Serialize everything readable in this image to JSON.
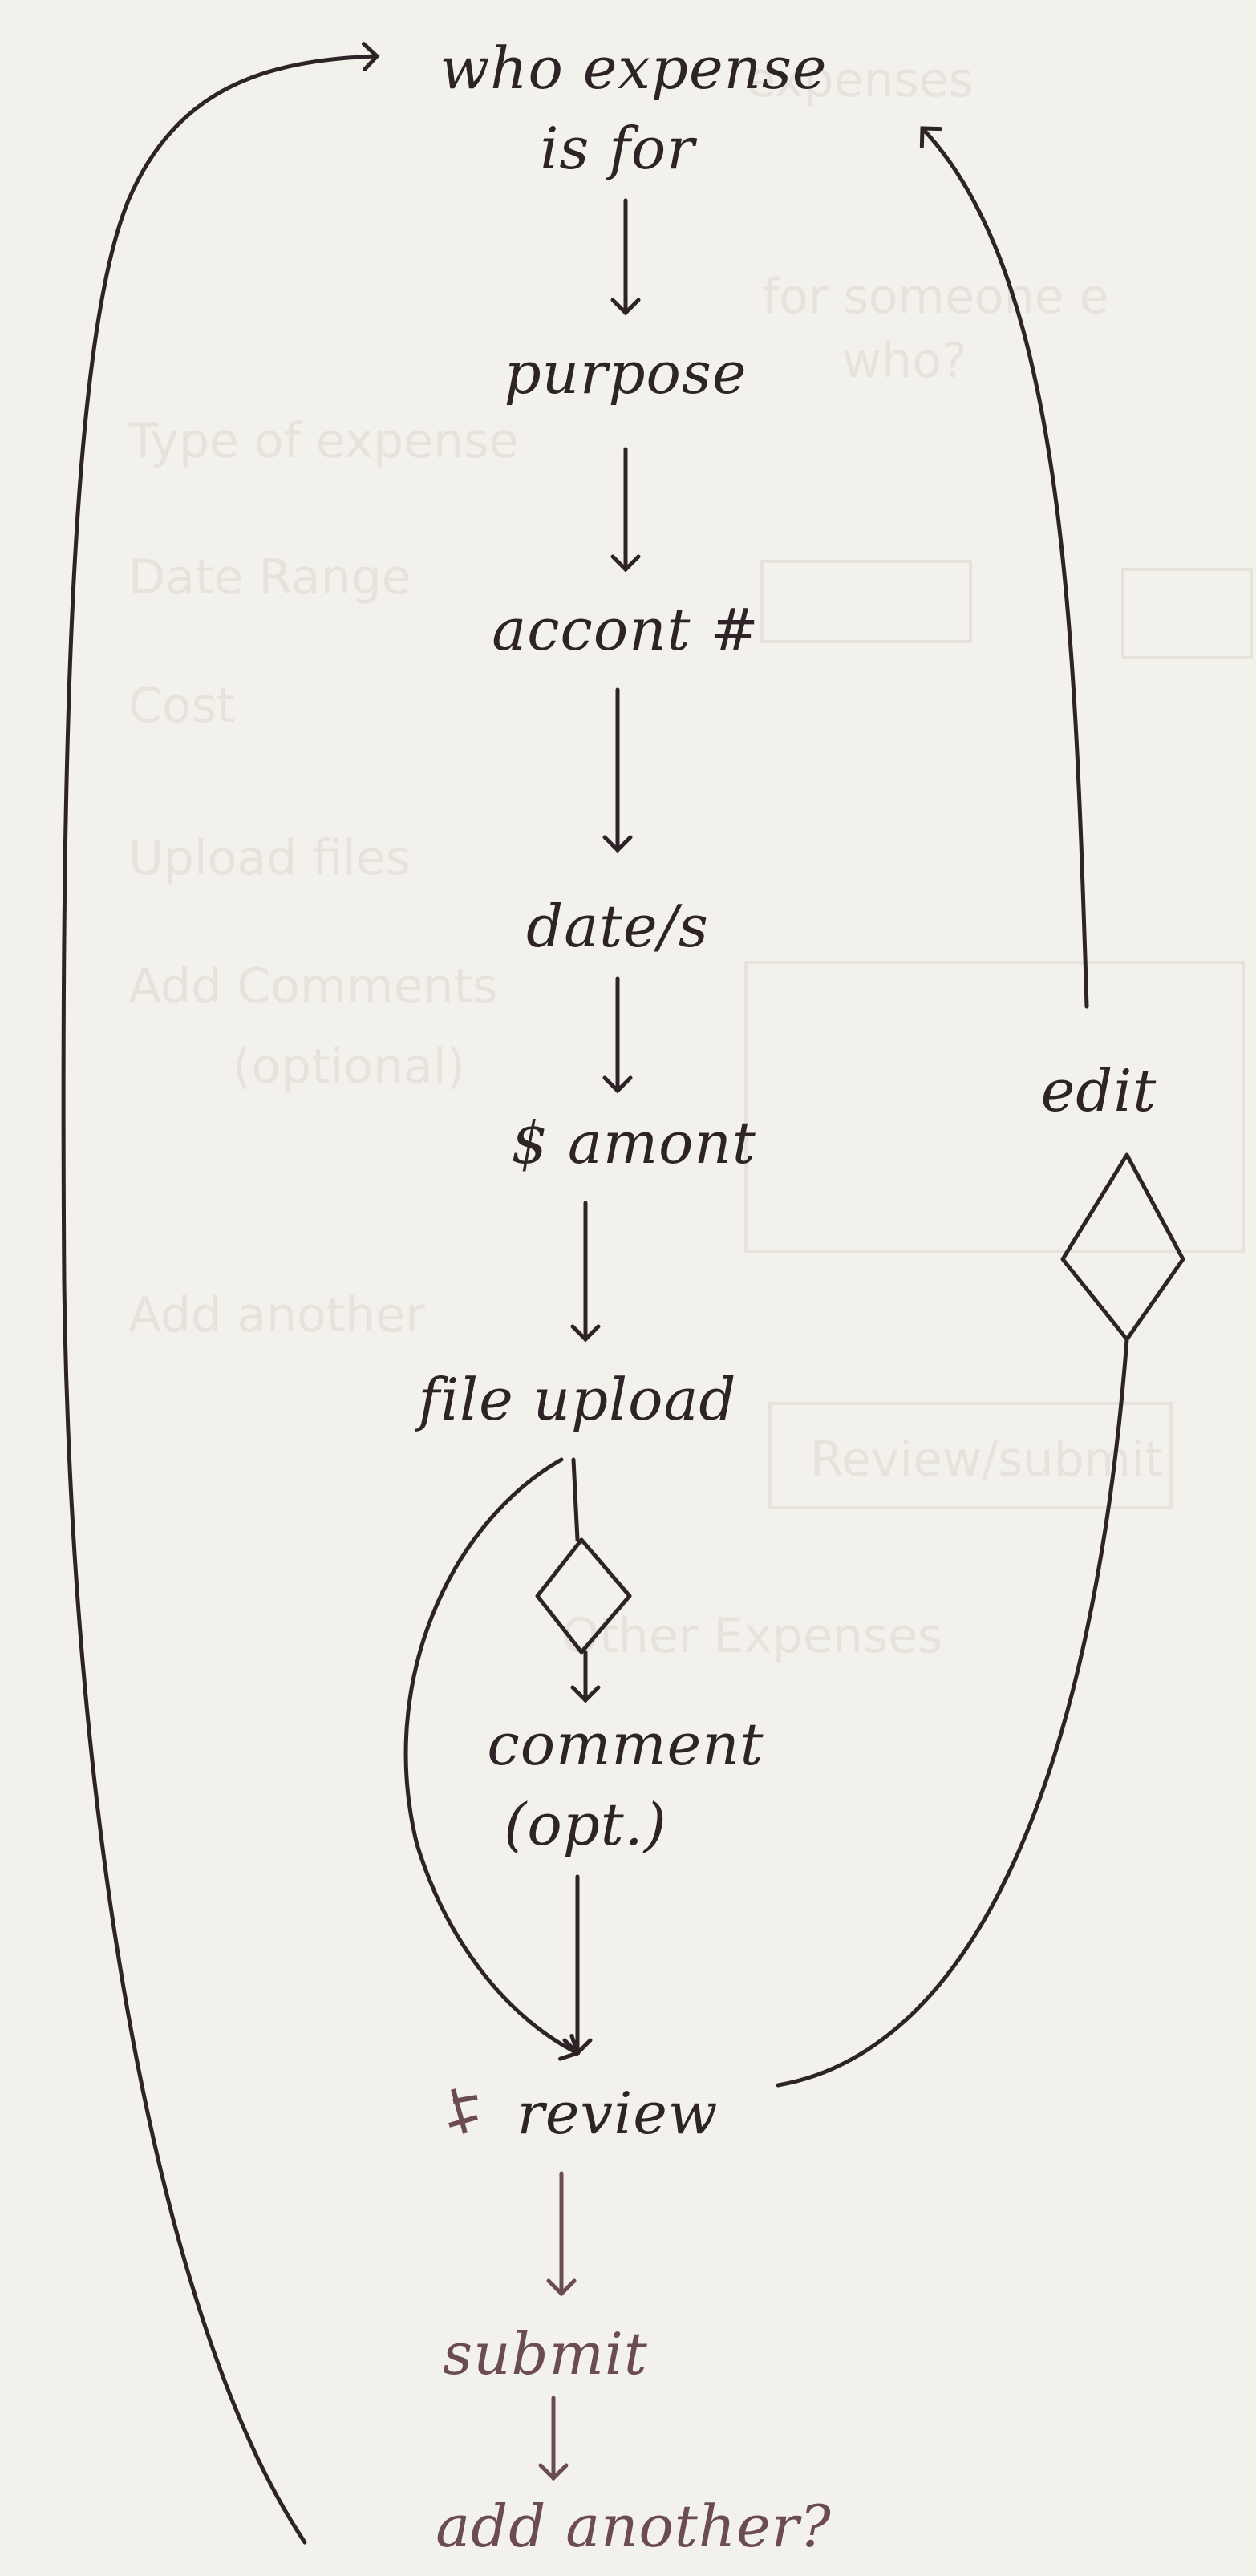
{
  "diagram": {
    "nodes": {
      "who": {
        "line1": "who expense",
        "line2": "is for"
      },
      "purpose": "purpose",
      "account": "accont #",
      "dates": "date/s",
      "amount": "$ amont",
      "file_upload": "file upload",
      "comment": {
        "line1": "comment",
        "line2": "(opt.)"
      },
      "review": "review",
      "submit": "submit",
      "add_another": "add another?",
      "edit": "edit"
    },
    "background_ghost_text": [
      "expenses",
      "for someone e",
      "who?",
      "Type of expense",
      "Date Range",
      "Cost",
      "Upload files",
      "Add Comments",
      "(optional)",
      "Add another",
      "Review/submit",
      "Other Expenses"
    ],
    "colors": {
      "ink": "#2e2326",
      "ink_faded": "#6b4c51",
      "paper": "#f3f1ec",
      "ghost": "#e7e3dc"
    }
  }
}
